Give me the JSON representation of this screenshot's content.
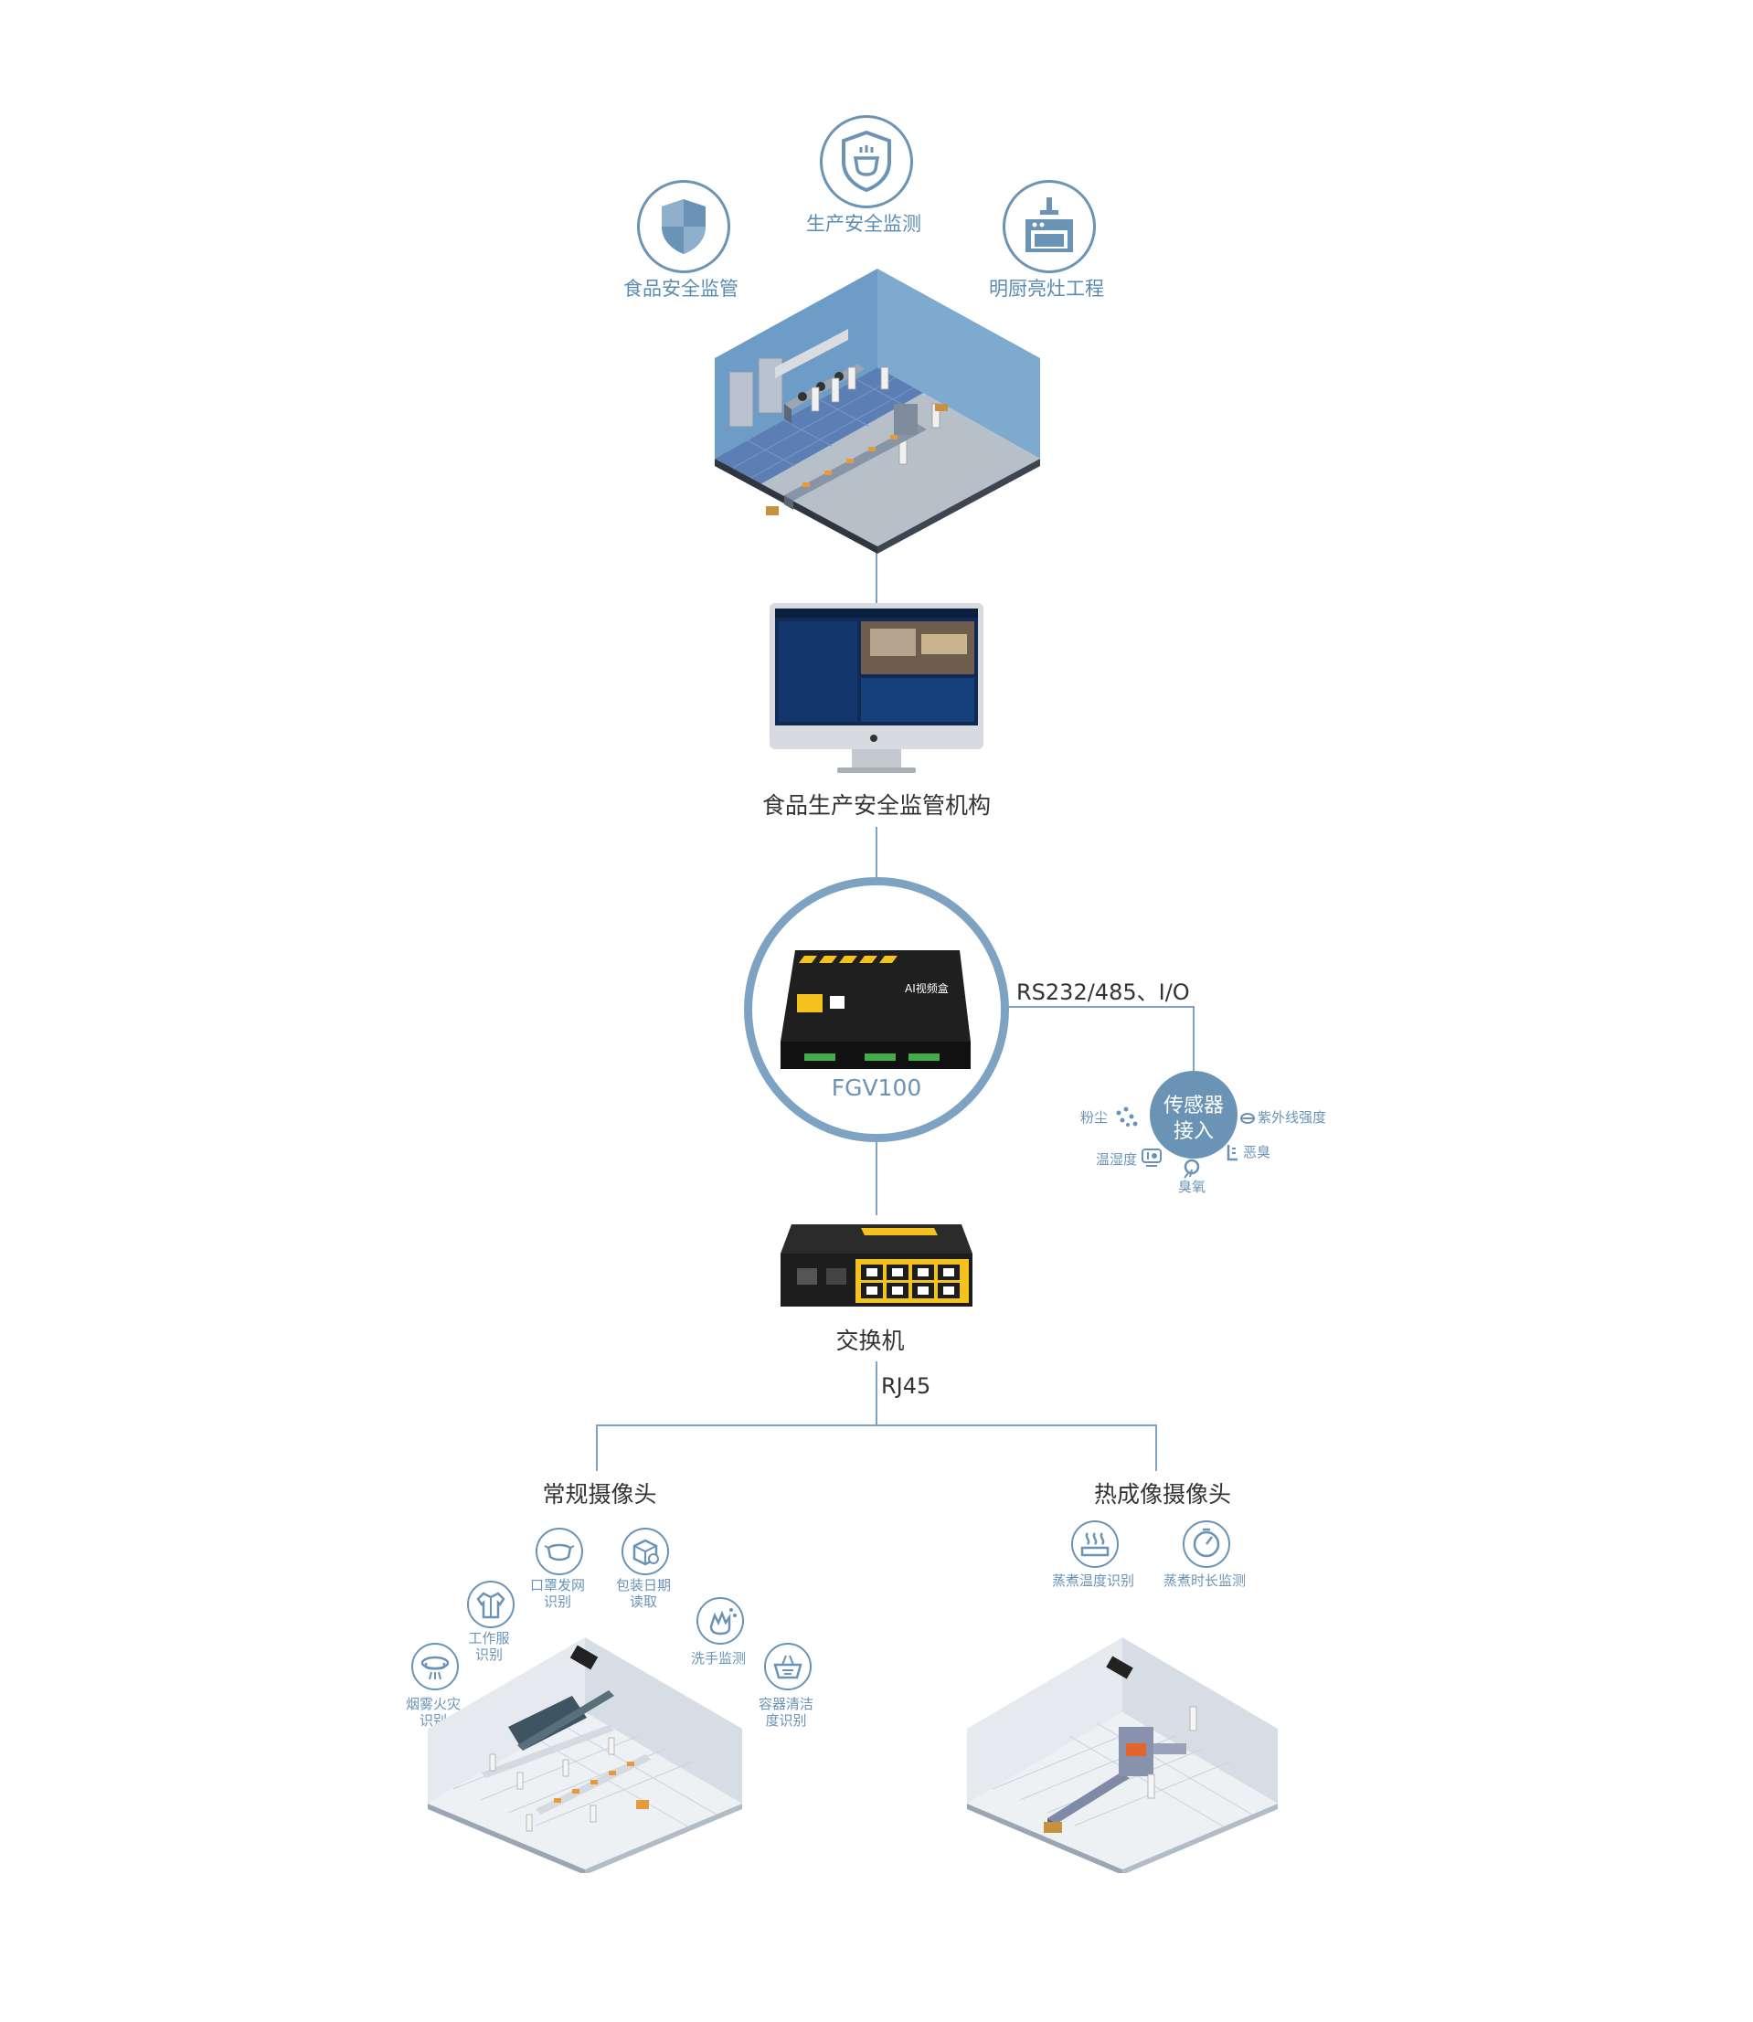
{
  "top_icons": [
    {
      "label": "食品安全监管",
      "icon": "shield-icon"
    },
    {
      "label": "生产安全监测",
      "icon": "shield-cup-icon"
    },
    {
      "label": "明厨亮灶工程",
      "icon": "kitchen-stove-icon"
    }
  ],
  "monitor": {
    "label": "食品生产安全监管机构"
  },
  "device": {
    "name": "FGV100",
    "screen_text": "AI视频盒"
  },
  "interface": {
    "label": "RS232/485、I/O"
  },
  "sensor": {
    "hub_line1": "传感器",
    "hub_line2": "接入",
    "items": [
      "粉尘",
      "紫外线强度",
      "温湿度",
      "恶臭",
      "臭氧"
    ]
  },
  "switch": {
    "label": "交换机"
  },
  "link": {
    "label": "RJ45"
  },
  "cameras": {
    "regular": {
      "title": "常规摄像头",
      "features": [
        "口罩发网\n识别",
        "包装日期\n读取",
        "工作服\n识别",
        "洗手监测",
        "烟雾火灾\n识别",
        "容器清洁\n度识别"
      ]
    },
    "thermal": {
      "title": "热成像摄像头",
      "features": [
        "蒸煮温度识别",
        "蒸煮时长监测"
      ]
    }
  },
  "colors": {
    "accent": "#6a93b6",
    "line": "#7ea3c2",
    "text_dark": "#333333"
  }
}
